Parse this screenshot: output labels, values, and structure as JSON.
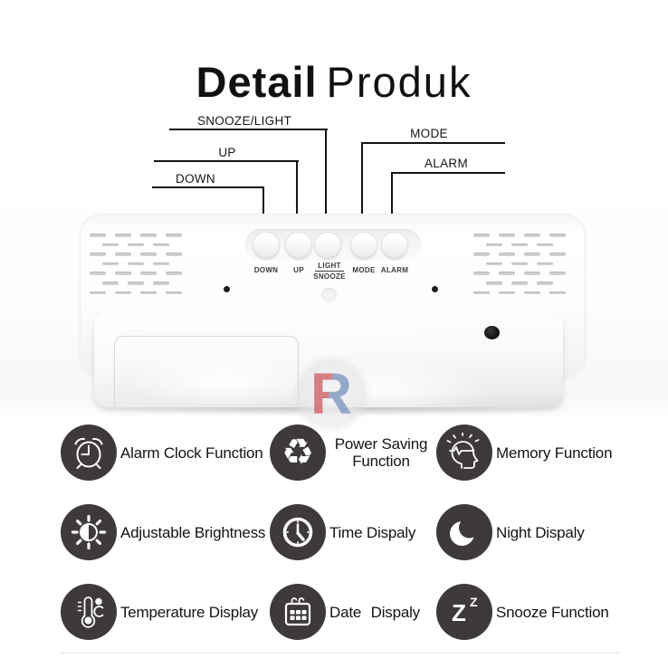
{
  "title": {
    "bold": "Detail",
    "light": "Produk"
  },
  "callouts": {
    "snooze_light": "SNOOZE/LIGHT",
    "up": "UP",
    "down": "DOWN",
    "mode": "MODE",
    "alarm": "ALARM"
  },
  "clock": {
    "button_labels": {
      "b1": "DOWN",
      "b2": "UP",
      "b3_top": "LIGHT",
      "b3_bottom": "SNOOZE",
      "b4": "MODE",
      "b5": "ALARM"
    }
  },
  "watermark": {
    "letter": "R"
  },
  "icons": {
    "recycle_glyph": "♻"
  },
  "features": [
    {
      "icon": "alarm-clock-icon",
      "label": "Alarm Clock Function"
    },
    {
      "icon": "recycle-icon",
      "label": "Power Saving Function"
    },
    {
      "icon": "memory-icon",
      "label": "Memory Function"
    },
    {
      "icon": "brightness-icon",
      "label": "Adjustable Brightness"
    },
    {
      "icon": "clock-icon",
      "label": "Time Dispaly"
    },
    {
      "icon": "moon-icon",
      "label": "Night Dispaly"
    },
    {
      "icon": "thermometer-icon",
      "label": "Temperature Display"
    },
    {
      "icon": "calendar-icon",
      "label": "Date Dispaly"
    },
    {
      "icon": "zz-icon",
      "label": "Snooze Function"
    }
  ],
  "colors": {
    "icon_bg": "#3e3a39",
    "line": "#141414",
    "text": "#1a1a1a",
    "slot": "#d0d0d2",
    "watermark_red": "#cd5f64",
    "watermark_blue": "#7d94be"
  }
}
